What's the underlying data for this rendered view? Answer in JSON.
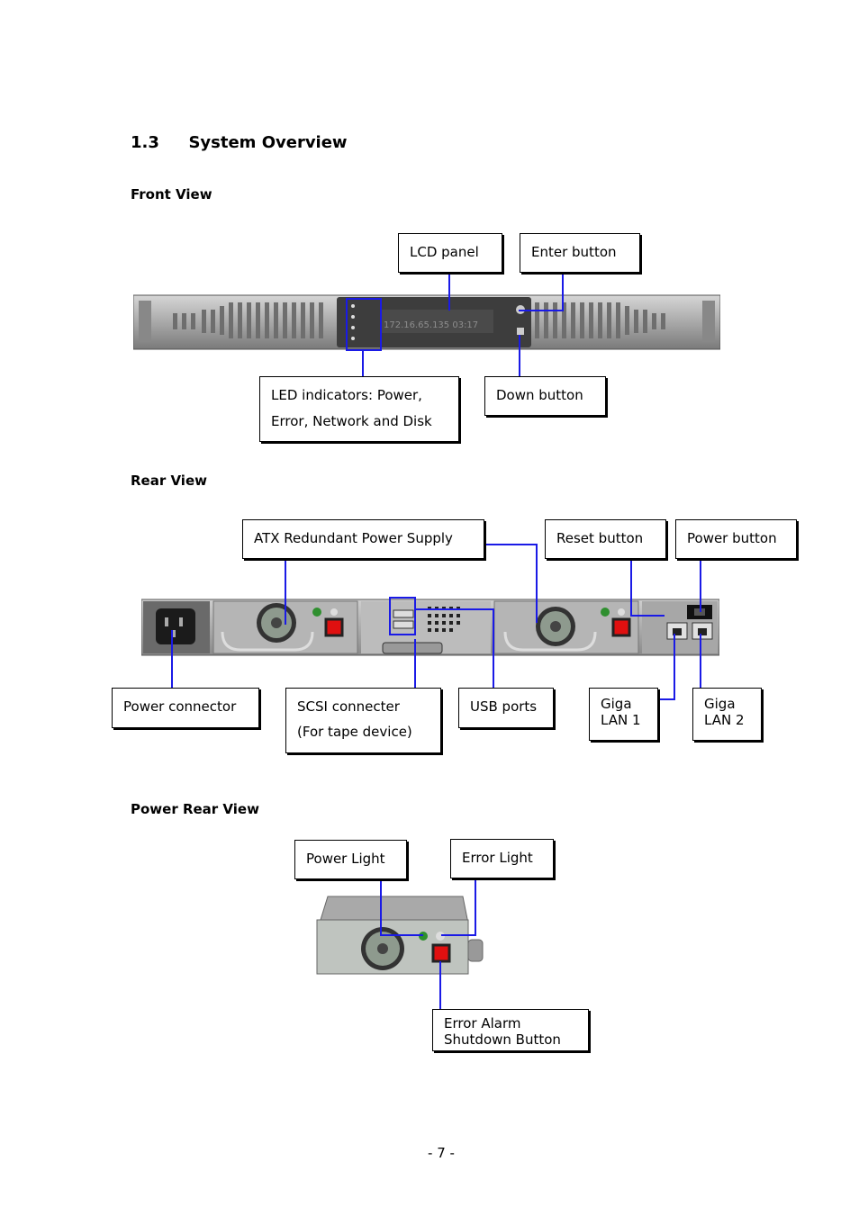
{
  "section": {
    "number": "1.3",
    "title": "System Overview"
  },
  "front": {
    "heading": "Front View",
    "lcd_text_line1": "172.16.65.135  03:17",
    "labels": {
      "lcd_panel": "LCD panel",
      "enter_button": "Enter button",
      "led_indicators_line1": "LED indicators: Power,",
      "led_indicators_line2": "Error, Network and Disk",
      "down_button": "Down button"
    }
  },
  "rear": {
    "heading": "Rear View",
    "labels": {
      "atx_power": "ATX Redundant Power Supply",
      "reset_button": "Reset button",
      "power_button": "Power button",
      "power_connector": "Power connector",
      "scsi_line1": "SCSI connecter",
      "scsi_line2": "(For tape device)",
      "usb_ports": "USB ports",
      "lan1_line1": "Giga",
      "lan1_line2": "LAN 1",
      "lan2_line1": "Giga",
      "lan2_line2": "LAN 2"
    }
  },
  "power_rear": {
    "heading": "Power Rear View",
    "labels": {
      "power_light": "Power Light",
      "error_light": "Error Light",
      "alarm_line1": "Error Alarm",
      "alarm_line2": "Shutdown Button"
    }
  },
  "page_number": "- 7 -",
  "colors": {
    "callout_line": "#1a1ae6",
    "red_button": "#e01010",
    "led_green": "#2f8f2f"
  }
}
